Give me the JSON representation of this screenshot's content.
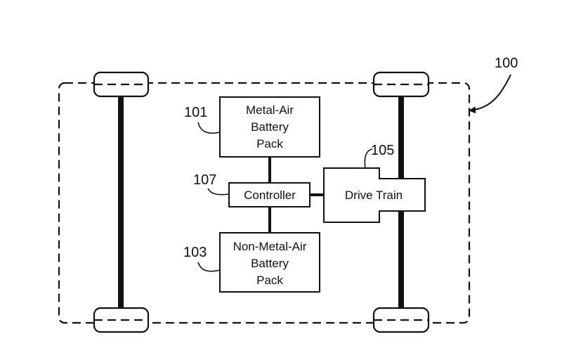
{
  "figure": {
    "ref_vehicle": "100",
    "ref_metal_air": "101",
    "ref_non_metal_air": "103",
    "ref_drive_train": "105",
    "ref_controller": "107"
  },
  "blocks": {
    "metal_air": [
      "Metal-Air",
      "Battery",
      "Pack"
    ],
    "controller": "Controller",
    "non_metal_air": [
      "Non-Metal-Air",
      "Battery",
      "Pack"
    ],
    "drive_train": "Drive Train"
  }
}
